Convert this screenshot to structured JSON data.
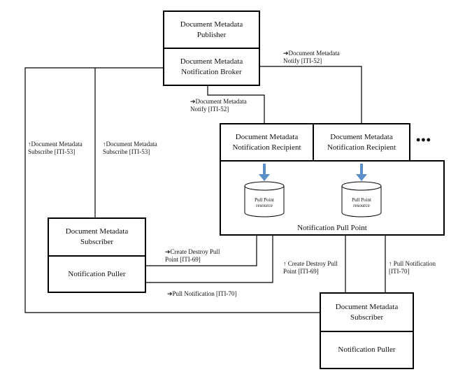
{
  "boxes": {
    "publisher": "Document Metadata\nPublisher",
    "broker": "Document Metadata\nNotification Broker",
    "recipient_1": "Document Metadata\nNotification Recipient",
    "recipient_2": "Document Metadata\nNotification Recipient",
    "pull_point": "Notification Pull Point",
    "subscriber_left": "Document Metadata\nSubscriber",
    "puller_left": "Notification Puller",
    "subscriber_right": "Document Metadata\nSubscriber",
    "puller_right": "Notification Puller"
  },
  "resources": {
    "resource_1": "Pull Point\nresource",
    "resource_2": "Pull Point\nresource"
  },
  "ellipsis": "•••",
  "labels": {
    "notify_top": "➔Document Metadata\nNotify [ITI-52]",
    "notify_mid": "➔Document Metadata\nNotify [ITI-52]",
    "subscribe_left": "↑Document Metadata\nSubscribe [ITI-53]",
    "subscribe_mid": "↑Document Metadata\nSubscribe [ITI-53]",
    "create_destroy_left": "➔Create Destroy Pull\nPoint [ITI-69]",
    "pull_notification_left": "➔Pull Notification [ITI-70]",
    "create_destroy_right": "↑ Create Destroy Pull\nPoint [ITI-69]",
    "pull_notification_right": "↑ Pull Notification\n[ITI-70]"
  },
  "colors": {
    "arrow_blue": "#5b8fc9",
    "cylinder_fill": "#ffffff",
    "border": "#000000"
  }
}
